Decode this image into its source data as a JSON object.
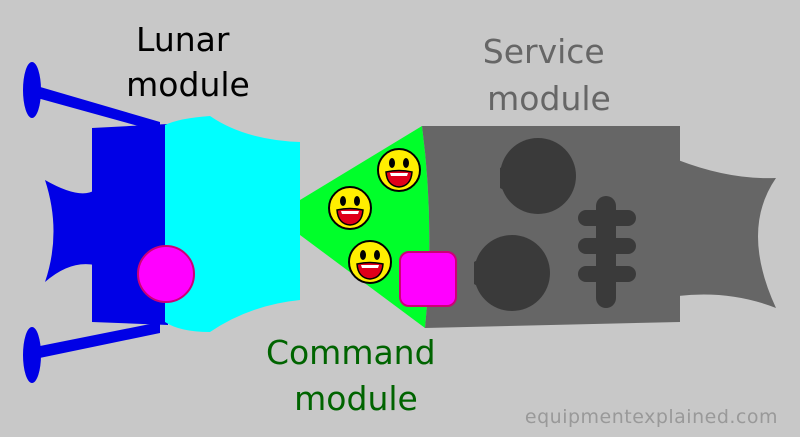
{
  "labels": {
    "lunar": {
      "line1": "Lunar",
      "line2": "module"
    },
    "service": {
      "line1": "Service",
      "line2": "module"
    },
    "command": {
      "line1": "Command",
      "line2": "module"
    }
  },
  "watermark": "equipmentexplained.com",
  "colors": {
    "background": "#c8c8c8",
    "lunar_module": "#0000e6",
    "cyan_section": "#00ffff",
    "command_module": "#00ff2a",
    "service_module": "#666666",
    "service_dark": "#3a3a3a",
    "hatch": "#ff00ff",
    "hatch_border": "#cc0077",
    "face": "#ffee00",
    "label_lunar": "#000000",
    "label_service": "#666666",
    "label_command": "#006400",
    "watermark": "#999999"
  },
  "icons": [
    "smiley-face-icon",
    "hatch-circle",
    "hatch-square",
    "engine-nozzle"
  ]
}
